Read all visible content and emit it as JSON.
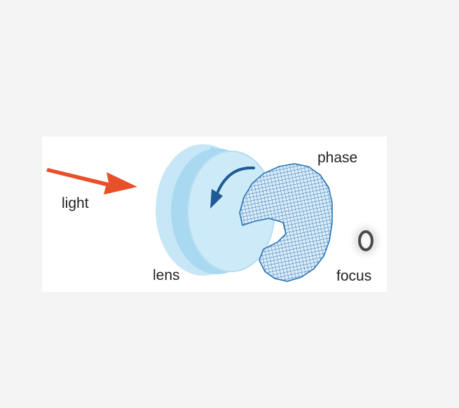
{
  "labels": {
    "light": "light",
    "lens": "lens",
    "phase": "phase",
    "focus": "focus"
  },
  "colors": {
    "arrow": "#e8502a",
    "lens_light": "#c7e7f6",
    "lens_mid": "#a9d9f1",
    "lens_band": "#8ccbea",
    "rotation_arrow": "#1f5a93",
    "phase_mesh": "#2a74b4",
    "focus_ring": "#4a4a4a"
  },
  "icons": {
    "light_arrow": "arrow-right-icon",
    "rotation": "curved-arrow-icon"
  }
}
